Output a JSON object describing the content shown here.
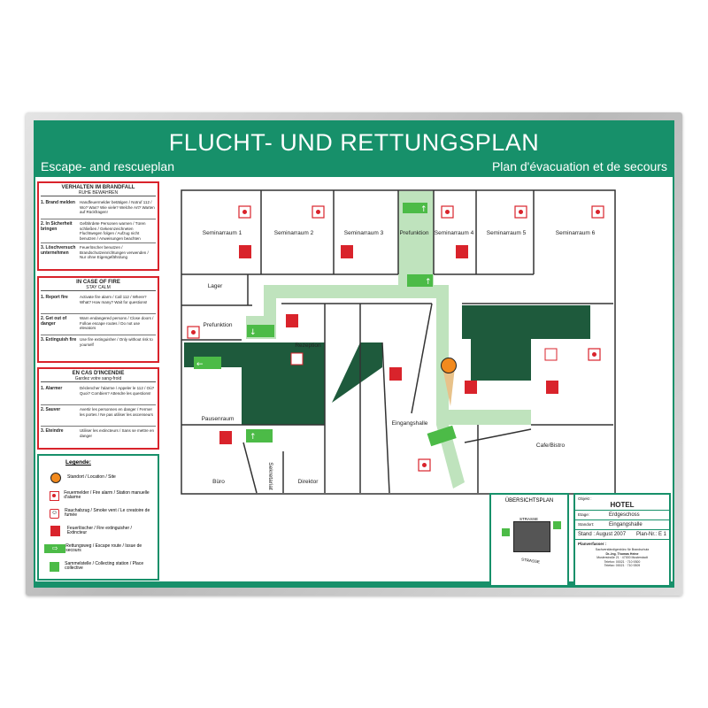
{
  "header": {
    "title": "FLUCHT- UND RETTUNGSPLAN",
    "subtitle_left": "Escape- and rescueplan",
    "subtitle_right": "Plan d'évacuation et de secours"
  },
  "panels": [
    {
      "title": "VERHALTEN IM BRANDFALL",
      "subtitle": "RUHE BEWAHREN",
      "steps": [
        {
          "label": "1. Brand melden",
          "text": "Handfeuermelder betätigen / Notruf 112 / Wo? Was? Wie viele? Welche Art? Warten auf Rückfragen!"
        },
        {
          "label": "2. In Sicherheit bringen",
          "text": "Gefährdete Personen warnen / Türen schließen / Gekennzeichneten Fluchtwegen folgen / Aufzug nicht benutzen / Anweisungen beachten"
        },
        {
          "label": "3. Löschversuch unternehmen",
          "text": "Feuerlöscher benutzen / Brandschutzeinrichtungen verwenden / Nur ohne Eigengefährdung"
        }
      ]
    },
    {
      "title": "IN CASE OF FIRE",
      "subtitle": "STAY CALM",
      "steps": [
        {
          "label": "1. Report fire",
          "text": "Activate fire alarm / Call 112 / Where? What? How many? Wait for questions!"
        },
        {
          "label": "2. Get out of danger",
          "text": "Warn endangered persons / Close doors / Follow escape routes / Do not use elevators"
        },
        {
          "label": "3. Extinguish fire",
          "text": "Use fire extinguisher / Only without risk to yourself"
        }
      ]
    },
    {
      "title": "EN CAS D'INCENDIE",
      "subtitle": "Gardez votre sang-froid",
      "steps": [
        {
          "label": "1. Alarmer",
          "text": "Déclencher l'alarme / Appeler le 112 / Où? Quoi? Combien? Attendre les questions!"
        },
        {
          "label": "2. Sauver",
          "text": "Avertir les personnes en danger / Fermer les portes / Ne pas utiliser les ascenseurs"
        },
        {
          "label": "3. Eteindre",
          "text": "Utiliser les extincteurs / Sans se mettre en danger"
        }
      ]
    }
  ],
  "legend": {
    "title": "Legende:",
    "items": [
      {
        "icon": "location-dot",
        "text": "Standort / Location / Site"
      },
      {
        "icon": "fire-alarm",
        "text": "Feuermelder / Fire alarm / Station manuelle d'alarme"
      },
      {
        "icon": "smoke-vent",
        "text": "Rauchabzug / Smoke vent / Le creatoire de fumée"
      },
      {
        "icon": "fire-extinguisher",
        "text": "Feuerlöscher / Fire extinguisher / Extincteur"
      },
      {
        "icon": "escape-route",
        "text": "Rettungsweg / Escape route / Issue de secours"
      },
      {
        "icon": "assembly-point",
        "text": "Sammelstelle / Collecting station / Place collective"
      }
    ]
  },
  "floorplan": {
    "rooms": [
      "Seminarraum 1",
      "Seminarraum 2",
      "Seminarraum 3",
      "Prefunktion",
      "Seminarraum 4",
      "Seminarraum 5",
      "Seminarraum 6",
      "Lager",
      "Prefunktion",
      "Rezeption",
      "Pausenraum",
      "Eingangshalle",
      "Cafe/Bistro",
      "Büro",
      "Sekretariat",
      "Direktor"
    ]
  },
  "overview": {
    "title": "ÜBERSICHTSPLAN",
    "street1": "STRASSE",
    "street2": "STRASSE"
  },
  "info": {
    "object_label": "Objekt :",
    "object": "HOTEL",
    "floor_label": "Etage:",
    "floor": "Erdgeschoss",
    "location_label": "Standort:",
    "location": "Eingangshalle",
    "date": "Stand : August 2007",
    "plan_no": "Plan-Nr.: E 1",
    "author_label": "Planverfasser :",
    "author_lines": [
      "Sachverständigenbüro für Brandschutz",
      "Dr.-Ing. Thomas Heine",
      "Musterstraße 21 · 47000 Musterstadt",
      "Telefon: 00021 · 710 9300",
      "Telefax: 00021 · 710 9309"
    ]
  },
  "colors": {
    "board": "#17906a",
    "red": "#d9232b",
    "escape": "#4cbb47",
    "corridor": "#bfe3bd",
    "stair": "#1e5a3c",
    "location": "#f28a1e"
  }
}
